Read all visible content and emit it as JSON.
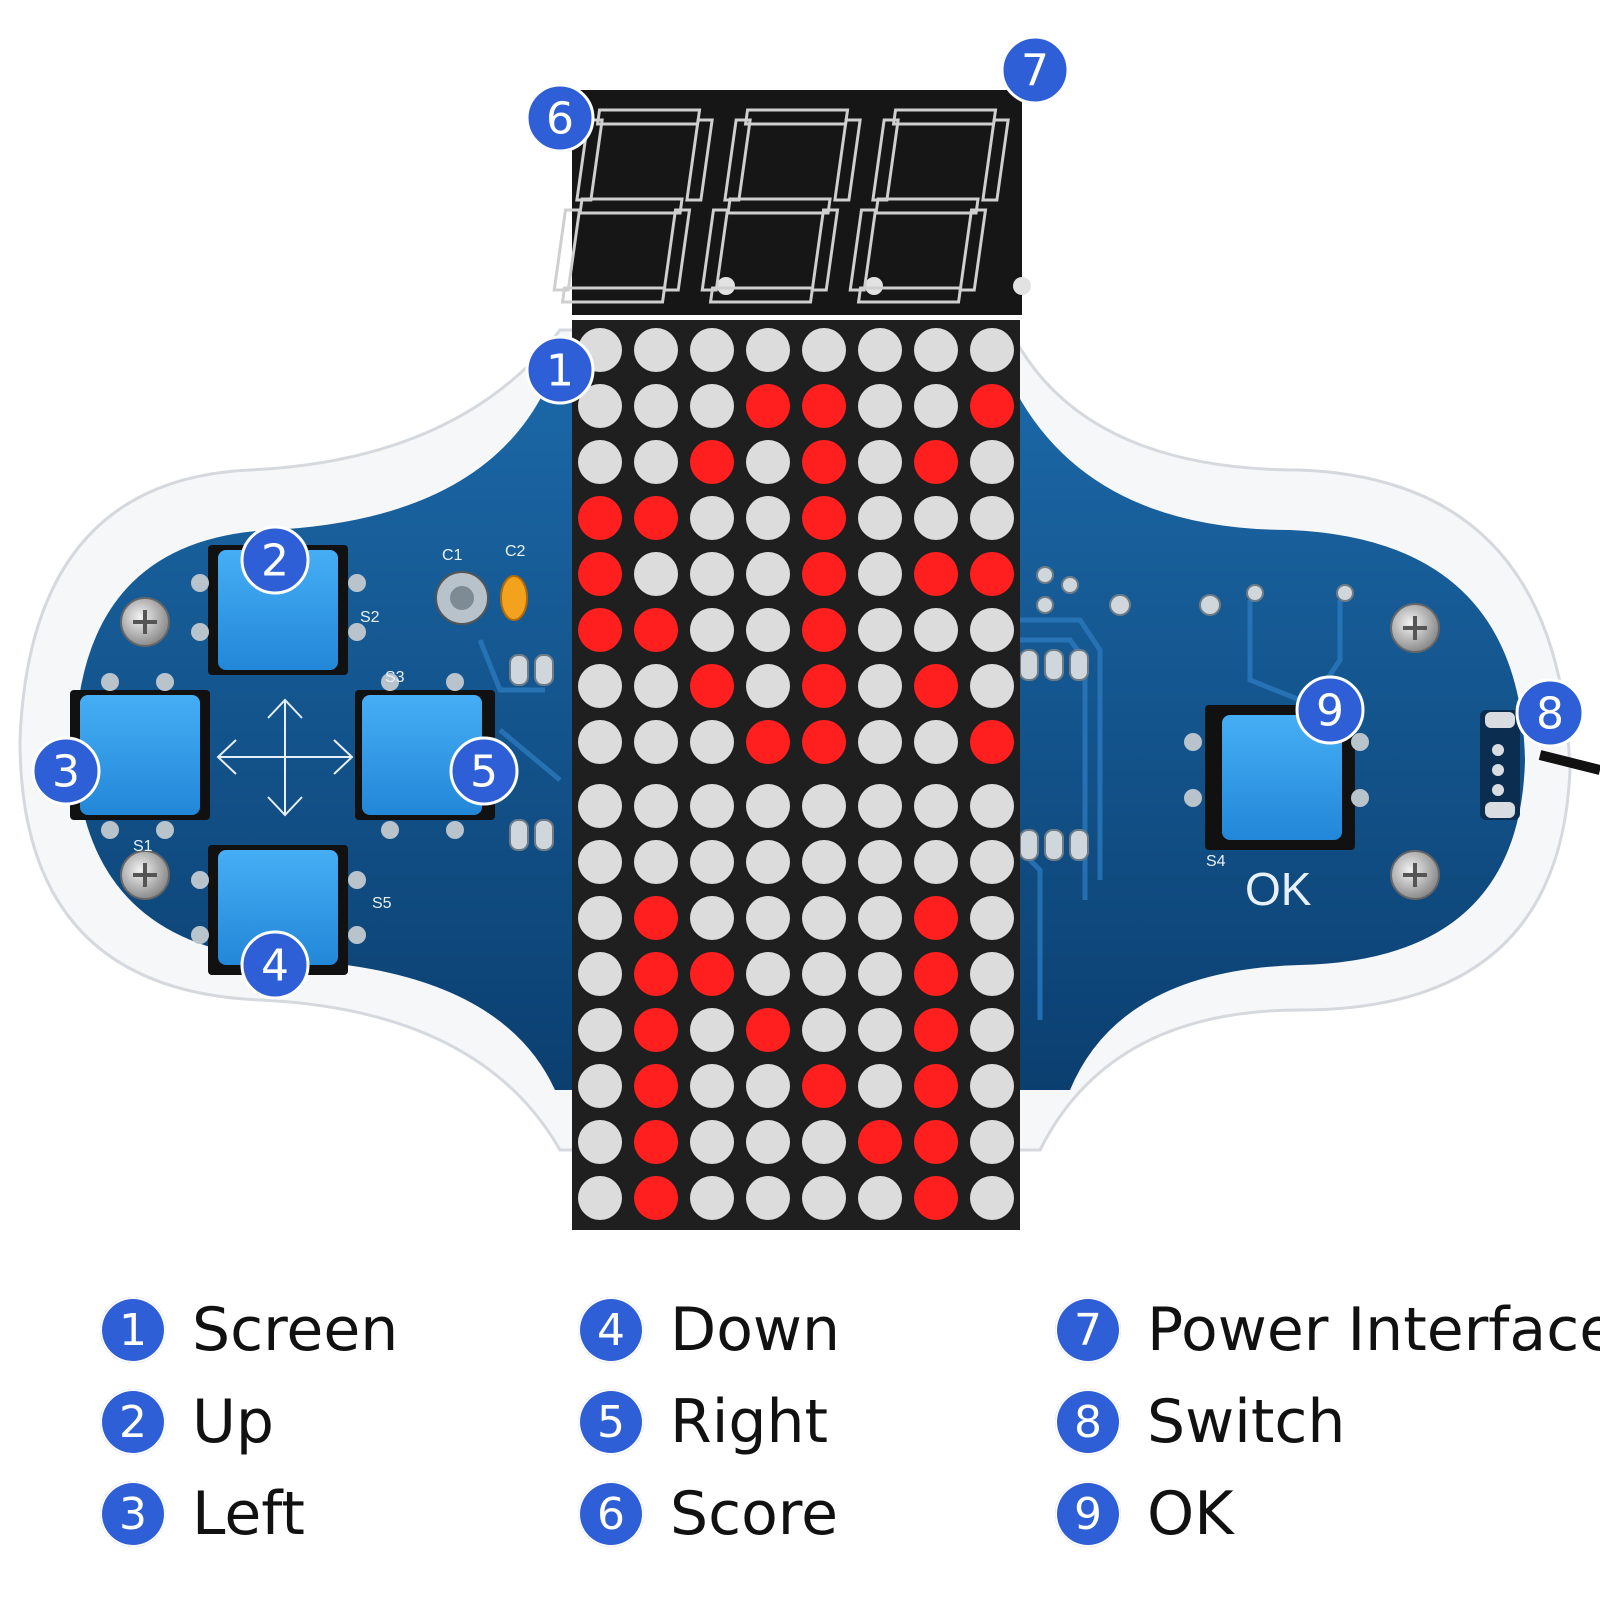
{
  "callouts": [
    {
      "num": "1",
      "label": "Screen"
    },
    {
      "num": "2",
      "label": "Up"
    },
    {
      "num": "3",
      "label": "Left"
    },
    {
      "num": "4",
      "label": "Down"
    },
    {
      "num": "5",
      "label": "Right"
    },
    {
      "num": "6",
      "label": "Score"
    },
    {
      "num": "7",
      "label": "Power Interface"
    },
    {
      "num": "8",
      "label": "Switch"
    },
    {
      "num": "9",
      "label": "OK"
    }
  ],
  "pcb_labels": {
    "c1": "C1",
    "c2": "C2",
    "s1": "S1",
    "s2": "S2",
    "s3": "S3",
    "s4": "S4",
    "s5": "S5",
    "ok": "OK"
  },
  "score_display": {
    "digits": [
      "8.",
      "8.",
      "8."
    ]
  },
  "matrix_top": [
    "00000000",
    "00011001",
    "00101010",
    "11001000",
    "10001011",
    "11001000",
    "00101010",
    "00011001"
  ],
  "matrix_bottom": [
    "00000000",
    "00000000",
    "01000010",
    "01100010",
    "01010010",
    "01001010",
    "01000110",
    "01000010"
  ],
  "colors": {
    "pcb": "#0f4f86",
    "acrylic": "#f4f6f8",
    "led_on": "#ff1f1f",
    "led_off": "#dcdcdc",
    "button": "#2f96e6",
    "badge": "#2f5fd6"
  }
}
